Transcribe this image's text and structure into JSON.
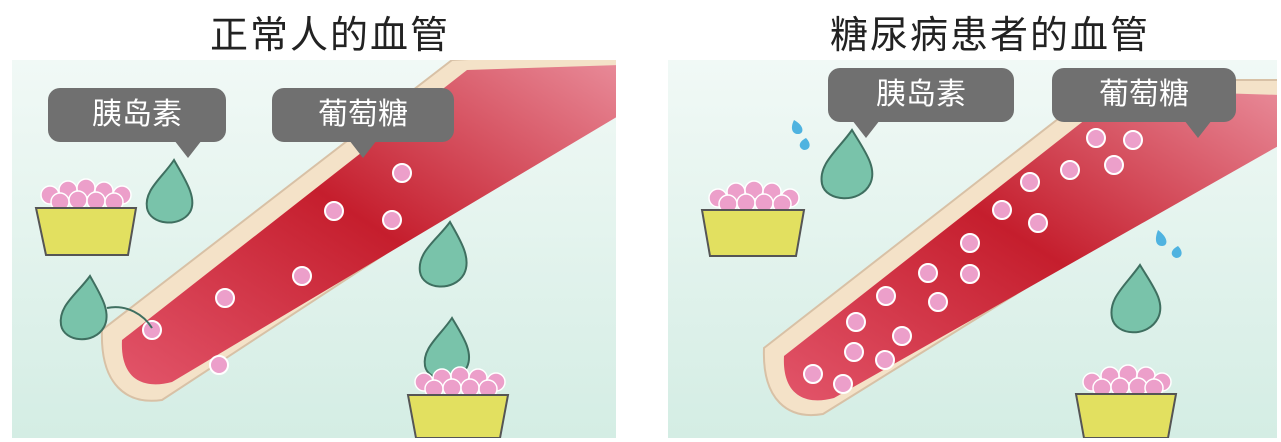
{
  "titles": {
    "normal": "正常人的血管",
    "diabetic": "糖尿病患者的血管"
  },
  "labels": {
    "insulin": "胰岛素",
    "glucose": "葡萄糖"
  },
  "colors": {
    "panel_bg_top": "#eef7f3",
    "panel_bg_bottom": "#d8eee6",
    "vessel_blood": "#c8202e",
    "vessel_wall": "#f6e6cf",
    "glucose_dot": "#eba0c9",
    "insulin_character": "#78c2a8",
    "basket": "#e2e060",
    "bubble": "#707070"
  }
}
